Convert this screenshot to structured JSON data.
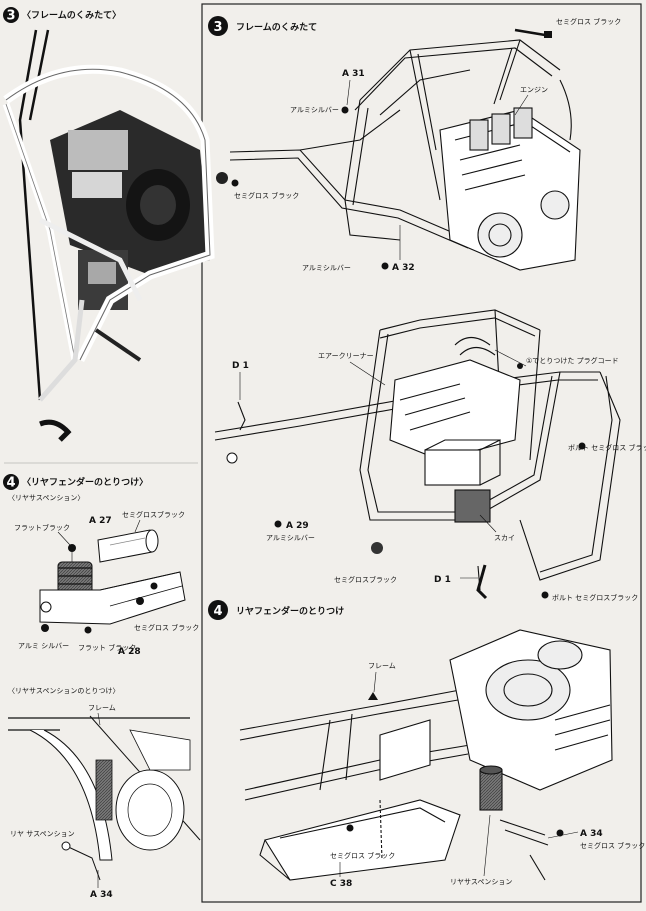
{
  "left": {
    "step3": {
      "number": "3",
      "title": "〈フレームのくみたて〉"
    },
    "step4": {
      "number": "4",
      "title": "〈リヤフェンダーのとりつけ〉"
    },
    "rear_suspension_title": "〈リヤサスペンション〉",
    "rear_suspension_labels": {
      "a27": "A 27",
      "semi_gloss_black": "セミグロスブラック",
      "flat_black": "フラットブラック",
      "semi_gloss_black_2": "セミグロス ブラック",
      "aluminum_silver": "アルミ シルバー",
      "flat_black_2": "フラット ブラック",
      "a28": "A 28"
    },
    "rear_susp_mount_title": "〈リヤサスペンションのとりつけ〉",
    "mount_labels": {
      "frame": "フレーム",
      "rear_suspension": "リヤ サスペンション",
      "a34": "A 34"
    }
  },
  "right": {
    "step3": {
      "number": "3",
      "title": "フレームのくみたて"
    },
    "fig1": {
      "a31": "A 31",
      "aluminum_silver": "アルミシルバー",
      "semi_gloss_black": "セミグロス ブラック",
      "engine": "エンジン",
      "semi_gloss_black_top": "セミグロス ブラック",
      "aluminum_silver_2": "アルミシルバー",
      "a32": "A 32"
    },
    "fig2": {
      "d1_top": "D 1",
      "air_cleaner": "エアークリーナー",
      "plug_cord": "①でとりつけた プラグコード",
      "bolt_semi_gloss": "ボルト セミグロス ブラック",
      "a29": "A 29",
      "aluminum_silver": "アルミシルバー",
      "sky": "スカイ",
      "semi_gloss_black": "セミグロスブラック",
      "d1_bottom": "D 1",
      "bolt_semi_gloss_2": "ボルト セミグロスブラック"
    },
    "step4": {
      "number": "4",
      "title": "リヤフェンダーのとりつけ"
    },
    "fig3": {
      "frame": "フレーム",
      "a34": "A 34",
      "semi_gloss_black_right": "セミグロス ブラック",
      "semi_gloss_black": "セミグロス ブラック",
      "c38": "C 38",
      "rear_suspension": "リヤサスペンション"
    }
  }
}
